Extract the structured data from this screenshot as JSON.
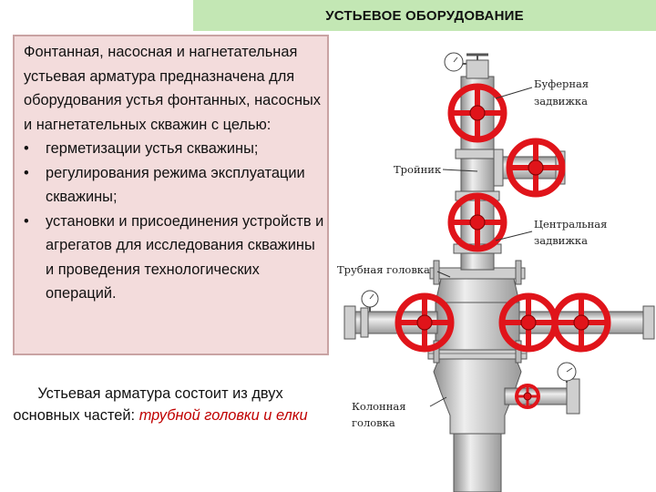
{
  "title": "УСТЬЕВОЕ ОБОРУДОВАНИЕ",
  "intro": {
    "lead": "Фонтанная, насосная и нагнетательная устьевая арматура предназначена для оборудования устья фонтанных, насосных и нагнетательных скважин с целью:",
    "bullet_symbol": "•",
    "items": [
      "герметизации устья скважины;",
      "регулирования режима эксплуатации скважины;",
      "установки и присоединения устройств и агрегатов для исследования скважины и проведения технологических операций."
    ]
  },
  "footer": {
    "text": "Устьевая арматура состоит из двух основных частей:",
    "highlight": "трубной головки и елки"
  },
  "diagram": {
    "labels": {
      "buffer_valve_1": "Буферная",
      "buffer_valve_2": "задвижка",
      "tee": "Тройник",
      "central_valve_1": "Центральная",
      "central_valve_2": "задвижка",
      "tubing_head": "Трубная головка",
      "casing_head_1": "Колонная",
      "casing_head_2": "головка"
    },
    "colors": {
      "wheel": "#e0141a",
      "metal": "#b5b5b5",
      "metal_light": "#dcdcdc",
      "outline": "#555555"
    }
  }
}
